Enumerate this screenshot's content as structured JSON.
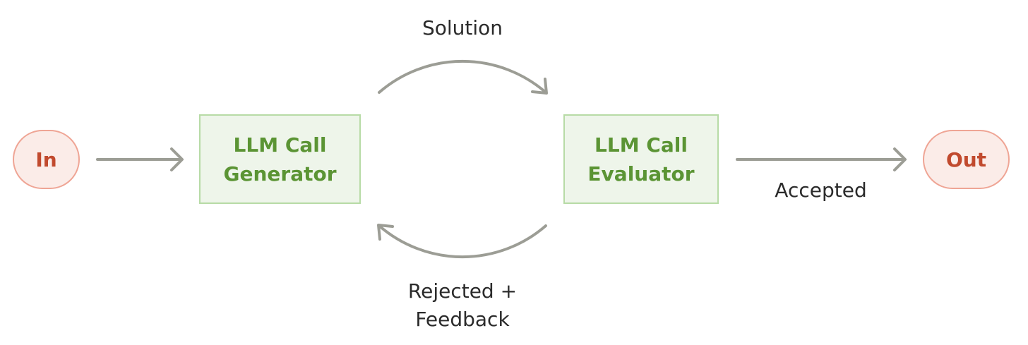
{
  "diagram": {
    "nodes": {
      "input": {
        "label": "In"
      },
      "generator": {
        "line1": "LLM Call",
        "line2": "Generator"
      },
      "evaluator": {
        "line1": "LLM Call",
        "line2": "Evaluator"
      },
      "output": {
        "label": "Out"
      }
    },
    "edges": {
      "solution": {
        "label": "Solution"
      },
      "feedback": {
        "line1": "Rejected +",
        "line2": "Feedback"
      },
      "accepted": {
        "label": "Accepted"
      }
    },
    "colors": {
      "connector": "#9c9d95",
      "terminal_border": "#efa595",
      "terminal_fill": "#fbece8",
      "terminal_text": "#c14a2e",
      "process_border": "#b7dba6",
      "process_fill": "#eef5ea",
      "process_text": "#5b9434",
      "edge_label_text": "#2b2b2b"
    }
  }
}
